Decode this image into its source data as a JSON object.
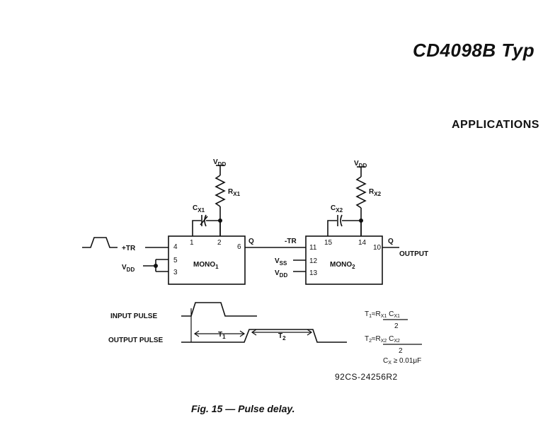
{
  "header": {
    "title": "CD4098B Typ",
    "section": "APPLICATIONS"
  },
  "caption": "Fig. 15 — Pulse delay.",
  "figure_code": "92CS-24256R2",
  "mono1": {
    "name": "MONO",
    "sub": "1",
    "supply": "V",
    "supply_sub": "DD",
    "resistor": "R",
    "resistor_sub": "X1",
    "capacitor": "C",
    "capacitor_sub": "X1",
    "input_label": "+TR",
    "vdd_label": "V",
    "vdd_sub": "DD",
    "pins": {
      "p4": "4",
      "p5": "5",
      "p3": "3",
      "p1": "1",
      "p2": "2",
      "p6": "6"
    },
    "out_label": "Q"
  },
  "mono2": {
    "name": "MONO",
    "sub": "2",
    "supply": "V",
    "supply_sub": "DD",
    "resistor": "R",
    "resistor_sub": "X2",
    "capacitor": "C",
    "capacitor_sub": "X2",
    "input_label": "-TR",
    "vss_label": "V",
    "vss_sub": "SS",
    "vdd_label": "V",
    "vdd_sub": "DD",
    "pins": {
      "p11": "11",
      "p12": "12",
      "p13": "13",
      "p15": "15",
      "p14": "14",
      "p10": "10"
    },
    "out_label": "Q",
    "output_label": "OUTPUT"
  },
  "timing": {
    "input_pulse": "INPUT PULSE",
    "output_pulse": "OUTPUT PULSE",
    "t1": "T",
    "t1_sub": "1",
    "t2": "T",
    "t2_sub": "2"
  },
  "equations": {
    "t1_lhs": "T",
    "t1_lhs_sub": "1",
    "t1_r": "R",
    "t1_r_sub": "X1",
    "t1_c": "C",
    "t1_c_sub": "X1",
    "t1_den": "2",
    "t2_lhs": "T",
    "t2_lhs_sub": "2",
    "t2_r": "R",
    "t2_r_sub": "X2",
    "t2_c": "C",
    "t2_c_sub": "X2",
    "t2_den": "2",
    "cx": "C",
    "cx_sub": "X",
    "cx_rest": "≥ 0.01μF",
    "approx": "≈"
  }
}
